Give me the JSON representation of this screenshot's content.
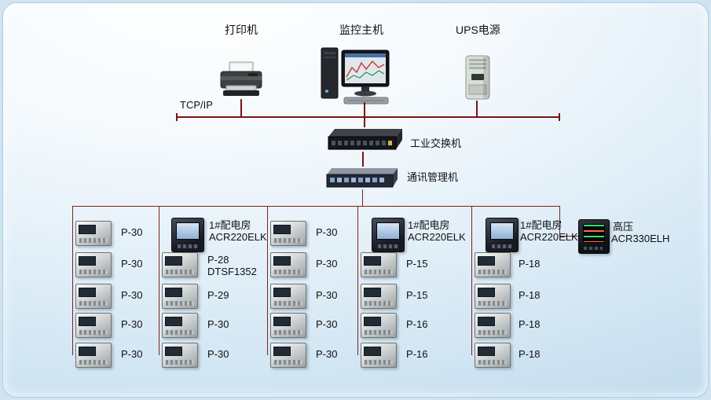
{
  "colors": {
    "tcpip_bus_line": "#7a1416",
    "network_line": "#7e241c",
    "panel_background": "#dcecf7"
  },
  "icons": {
    "printer": "printer-icon",
    "host": "computer-host-icon",
    "ups": "ups-tower-icon",
    "switch": "industrial-switch-icon",
    "gateway": "comm-gateway-icon",
    "meter": "din-meter-icon",
    "panel_meter": "acr-panel-meter-icon",
    "hv_meter": "hv-panel-meter-icon"
  },
  "top_devices": {
    "printer": {
      "label": "打印机"
    },
    "host": {
      "label": "监控主机"
    },
    "ups": {
      "label": "UPS电源"
    }
  },
  "network": {
    "bus_label": "TCP/IP",
    "switch_label": "工业交换机",
    "gateway_label": "通讯管理机"
  },
  "columns": [
    {
      "items": [
        {
          "label": "P-30"
        },
        {
          "label": "P-30"
        },
        {
          "label": "P-30"
        },
        {
          "label": "P-30"
        },
        {
          "label": "P-30"
        }
      ]
    },
    {
      "head": {
        "site": "1#配电房",
        "model": "ACR220ELK"
      },
      "items": [
        {
          "label": "P-28",
          "sub": "DTSF1352"
        },
        {
          "label": "P-29"
        },
        {
          "label": "P-30"
        },
        {
          "label": "P-30"
        }
      ]
    },
    {
      "items": [
        {
          "label": "P-30"
        },
        {
          "label": "P-30"
        },
        {
          "label": "P-30"
        },
        {
          "label": "P-30"
        },
        {
          "label": "P-30"
        }
      ]
    },
    {
      "head": {
        "site": "1#配电房",
        "model": "ACR220ELK"
      },
      "items": [
        {
          "label": "P-15"
        },
        {
          "label": "P-15"
        },
        {
          "label": "P-16"
        },
        {
          "label": "P-16"
        }
      ]
    },
    {
      "head": {
        "site": "1#配电房",
        "model": "ACR220ELK"
      },
      "items": [
        {
          "label": "P-18"
        },
        {
          "label": "P-18"
        },
        {
          "label": "P-18"
        },
        {
          "label": "P-18"
        }
      ]
    }
  ],
  "hv_device": {
    "label": "高压",
    "model": "ACR330ELH"
  }
}
